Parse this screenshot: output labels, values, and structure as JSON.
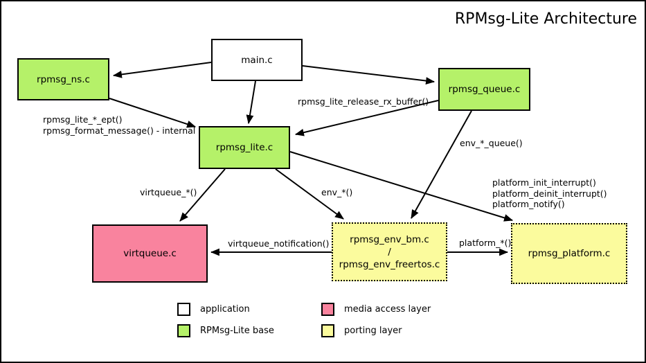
{
  "title": "RPMsg-Lite Architecture",
  "nodes": {
    "main": {
      "label": "main.c"
    },
    "rpmsg_ns": {
      "label": "rpmsg_ns.c"
    },
    "rpmsg_queue": {
      "label": "rpmsg_queue.c"
    },
    "rpmsg_lite": {
      "label": "rpmsg_lite.c"
    },
    "virtqueue": {
      "label": "virtqueue.c"
    },
    "rpmsg_env": {
      "line1": "rpmsg_env_bm.c",
      "line2": "/",
      "line3": "rpmsg_env_freertos.c"
    },
    "rpmsg_platform": {
      "label": "rpmsg_platform.c"
    }
  },
  "edge_labels": {
    "ept": "rpmsg_lite_*_ept()",
    "format_message": "rpmsg_format_message() - internal",
    "release_rx_buffer": "rpmsg_lite_release_rx_buffer()",
    "env_queue": "env_*_queue()",
    "virtqueue_star": "virtqueue_*()",
    "env_star": "env_*()",
    "platform_init_interrupt": "platform_init_interrupt()",
    "platform_deinit_interrupt": "platform_deinit_interrupt()",
    "platform_notify": "platform_notify()",
    "virtqueue_notification": "virtqueue_notification()",
    "platform_star": "platform_*()"
  },
  "legend": [
    {
      "label": "application",
      "color": "#ffffff"
    },
    {
      "label": "RPMsg-Lite base",
      "color": "#b5f169"
    },
    {
      "label": "media access layer",
      "color": "#f9839e"
    },
    {
      "label": "porting layer",
      "color": "#fbfb9d"
    }
  ],
  "colors": {
    "background": "#ffffff",
    "border": "#000000",
    "rpmsg_lite_base": "#b5f169",
    "media_access_layer": "#f9839e",
    "porting_layer": "#fbfb9d"
  }
}
